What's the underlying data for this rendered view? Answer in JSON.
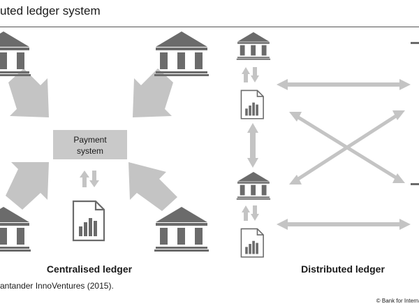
{
  "header": {
    "title": "uted ledger system"
  },
  "centralised": {
    "label": "Centralised ledger",
    "payment_system_line1": "Payment",
    "payment_system_line2": "system"
  },
  "distributed": {
    "label": "Distributed ledger"
  },
  "footer": {
    "source": "antander InnoVentures (2015).",
    "credit": "© Bank for Internat"
  },
  "colors": {
    "icon": "#6b6b6b",
    "arrow": "#c4c4c4",
    "box": "#c9c9c9",
    "rule": "#555555"
  }
}
